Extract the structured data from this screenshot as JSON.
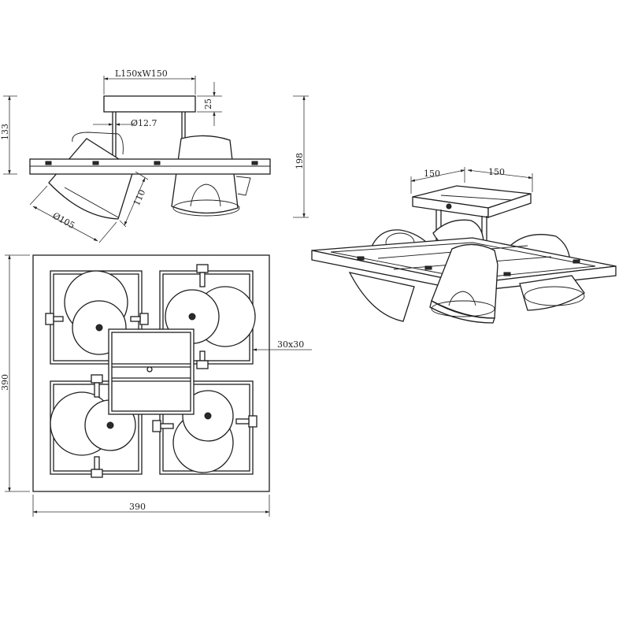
{
  "colors": {
    "line": "#1e1e1e",
    "paper": "#ffffff"
  },
  "side_view": {
    "canopy_dim": "L150xW150",
    "canopy_height": "25",
    "rod_dia": "Ø12.7",
    "total_height": "198",
    "arm_height": "133",
    "shade_len": "110",
    "shade_dia": "Ø105"
  },
  "top_view": {
    "width": "390",
    "height": "390",
    "frame_section": "30x30"
  },
  "iso_view": {
    "dim_a": "150",
    "dim_b": "150"
  }
}
